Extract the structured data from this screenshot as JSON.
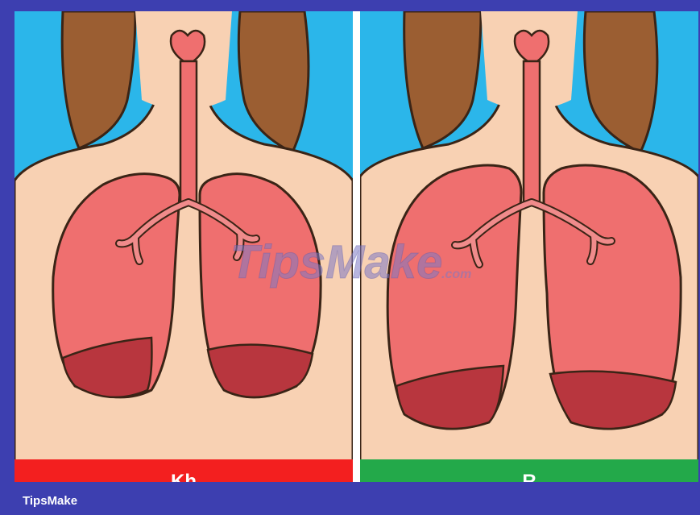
{
  "colors": {
    "frame": "#3d3fb0",
    "sky": "#2bb6ea",
    "skin": "#f8d1b3",
    "hair": "#9b5e32",
    "lung": "#ef6f6f",
    "lung_dark": "#b8363e",
    "airway": "#f08b8b",
    "band_left": "#f31f1f",
    "band_right": "#23a94a"
  },
  "panels": {
    "left": {
      "band_label": "Kh"
    },
    "right": {
      "band_label": "R"
    }
  },
  "watermark": {
    "text": "TipsMake",
    "suffix": ".com"
  },
  "footer": {
    "brand": "TipsMake"
  }
}
